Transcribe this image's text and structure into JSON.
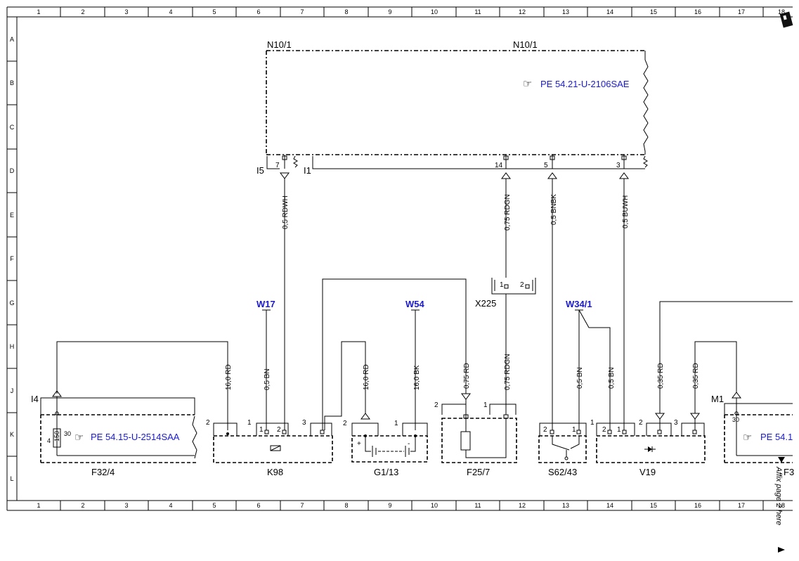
{
  "grid": {
    "columns": [
      "1",
      "2",
      "3",
      "4",
      "5",
      "6",
      "7",
      "8",
      "9",
      "10",
      "11",
      "12",
      "13",
      "14",
      "15",
      "16",
      "17",
      "18"
    ],
    "rows": [
      "A",
      "B",
      "C",
      "D",
      "E",
      "F",
      "G",
      "H",
      "J",
      "K",
      "L"
    ]
  },
  "modules": {
    "n10_left": "N10/1",
    "n10_right": "N10/1",
    "n10_ref": "PE 54.21-U-2106SAE",
    "f32_ref": "PE 54.15-U-2514SAA",
    "m1_ref": "PE 54.1"
  },
  "components": {
    "f32": "F32/4",
    "k98": "K98",
    "g113": "G1/13",
    "f257": "F25/7",
    "s6243": "S62/43",
    "v19": "V19",
    "f3": "F3"
  },
  "connectors": {
    "x225": "X225",
    "i5": "I5",
    "i1": "I1",
    "i4": "I4",
    "m1": "M1"
  },
  "points": {
    "w17": "W17",
    "w54": "W54",
    "w341": "W34/1"
  },
  "wires": {
    "rdwh": "0,5 RDWH",
    "rdgn_top": "0,75 RDGN",
    "bnbk": "0,5 BNBK",
    "buwh": "0,5 BUWH",
    "rd16_a": "16,0 RD",
    "bn05_a": "0,5 BN",
    "rd16_b": "16,0 RD",
    "bk16": "16,0 BK",
    "rd075": "0,75 RD",
    "rdgn_bottom": "0,75 RDGN",
    "bn05_b": "0,5 BN",
    "bn05_c": "0,5 BN",
    "rd035_a": "0,35 RD",
    "rd035_b": "0,35 RD"
  },
  "pins": {
    "n7": "7",
    "n14": "14",
    "n5": "5",
    "n3": "3",
    "f32_2": "2",
    "f32_30": "30",
    "f32_4": "4",
    "f32_fuse": "150",
    "k98_1": "1",
    "k98_3": "3",
    "k98_in1": "1",
    "k98_in2": "2",
    "g_2": "2",
    "g_1": "1",
    "g_plus": "+",
    "g_minus": "-",
    "f25_2": "2",
    "f25_1": "1",
    "x225_1": "1",
    "x225_2": "2",
    "s62_2": "2",
    "s62_1": "1",
    "v19_1": "1",
    "v19_2": "2",
    "v19_3": "3",
    "v19_in2": "2",
    "v19_in1": "1",
    "m1_30": "30"
  },
  "affix_note": "Affix page 2 here"
}
